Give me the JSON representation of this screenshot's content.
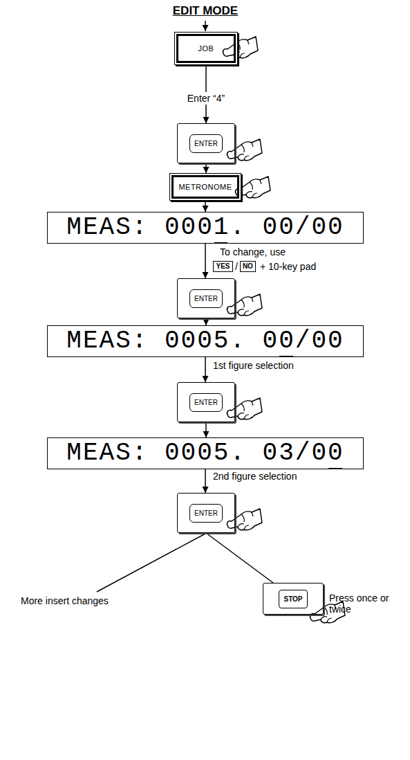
{
  "diagram": {
    "title": "EDIT MODE",
    "nodes": [
      {
        "text": [
          "JOB"
        ]
      },
      {
        "text": [
          "ENTER"
        ]
      },
      {
        "text": [
          "METRONOME"
        ]
      },
      {
        "text": [
          "MEAS: 0001. 00/00"
        ]
      },
      {
        "text": [
          "YES"
        ]
      },
      {
        "text": [
          "NO"
        ]
      },
      {
        "text": [
          "ENTER"
        ]
      },
      {
        "text": [
          "MEAS: 0005. 00/00"
        ]
      },
      {
        "text": [
          "ENTER"
        ]
      },
      {
        "text": [
          "MEAS: 0005. 03/00"
        ]
      },
      {
        "text": [
          "ENTER"
        ]
      },
      {
        "text": [
          "STOP"
        ]
      }
    ],
    "edges": [
      {
        "from": 0,
        "to": 1,
        "arrow": "to",
        "label": "Enter “4”"
      },
      {
        "from": 1,
        "to": 2,
        "arrow": "to"
      },
      {
        "from": 2,
        "to": 3,
        "arrow": "to"
      },
      {
        "from": 3,
        "to": 6,
        "arrow": "to"
      },
      {
        "from": 6,
        "to": 7,
        "arrow": "to"
      },
      {
        "from": 7,
        "to": 8,
        "arrow": "to"
      },
      {
        "from": 8,
        "to": 9,
        "arrow": "to"
      },
      {
        "from": 9,
        "to": 10,
        "arrow": "to"
      },
      {
        "from": 10,
        "to": 11,
        "arrow": "none"
      }
    ],
    "labels": [
      "To change, use",
      "/",
      "+ 10-key pad",
      "1st figure selection",
      "2nd figure selection",
      "More insert changes",
      "Press once or twice"
    ]
  }
}
